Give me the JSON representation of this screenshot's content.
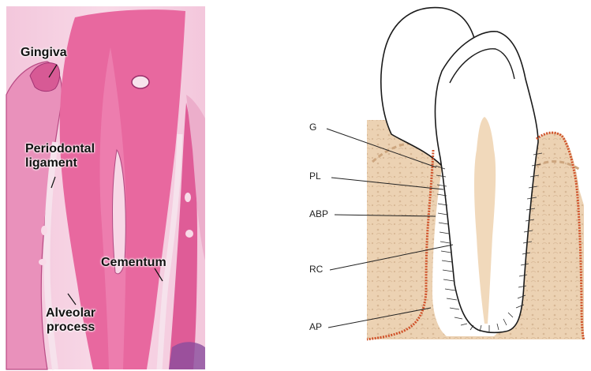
{
  "histology": {
    "labels": {
      "gingiva": "Gingiva",
      "periodontal_ligament_line1": "Periodontal",
      "periodontal_ligament_line2": "ligament",
      "cementum": "Cementum",
      "alveolar_process_line1": "Alveolar",
      "alveolar_process_line2": "process"
    }
  },
  "diagram": {
    "labels": {
      "g": "G",
      "pl": "PL",
      "abp": "ABP",
      "rc": "RC",
      "ap": "AP"
    }
  },
  "colors": {
    "stain_pink": "#e0619a",
    "stain_deep": "#c73a7c",
    "stain_light": "#f2bcd6",
    "bone_tan": "#e9cfb2",
    "gingiva_orange": "#d0522a",
    "dentin_cream": "#f2dcc0"
  }
}
